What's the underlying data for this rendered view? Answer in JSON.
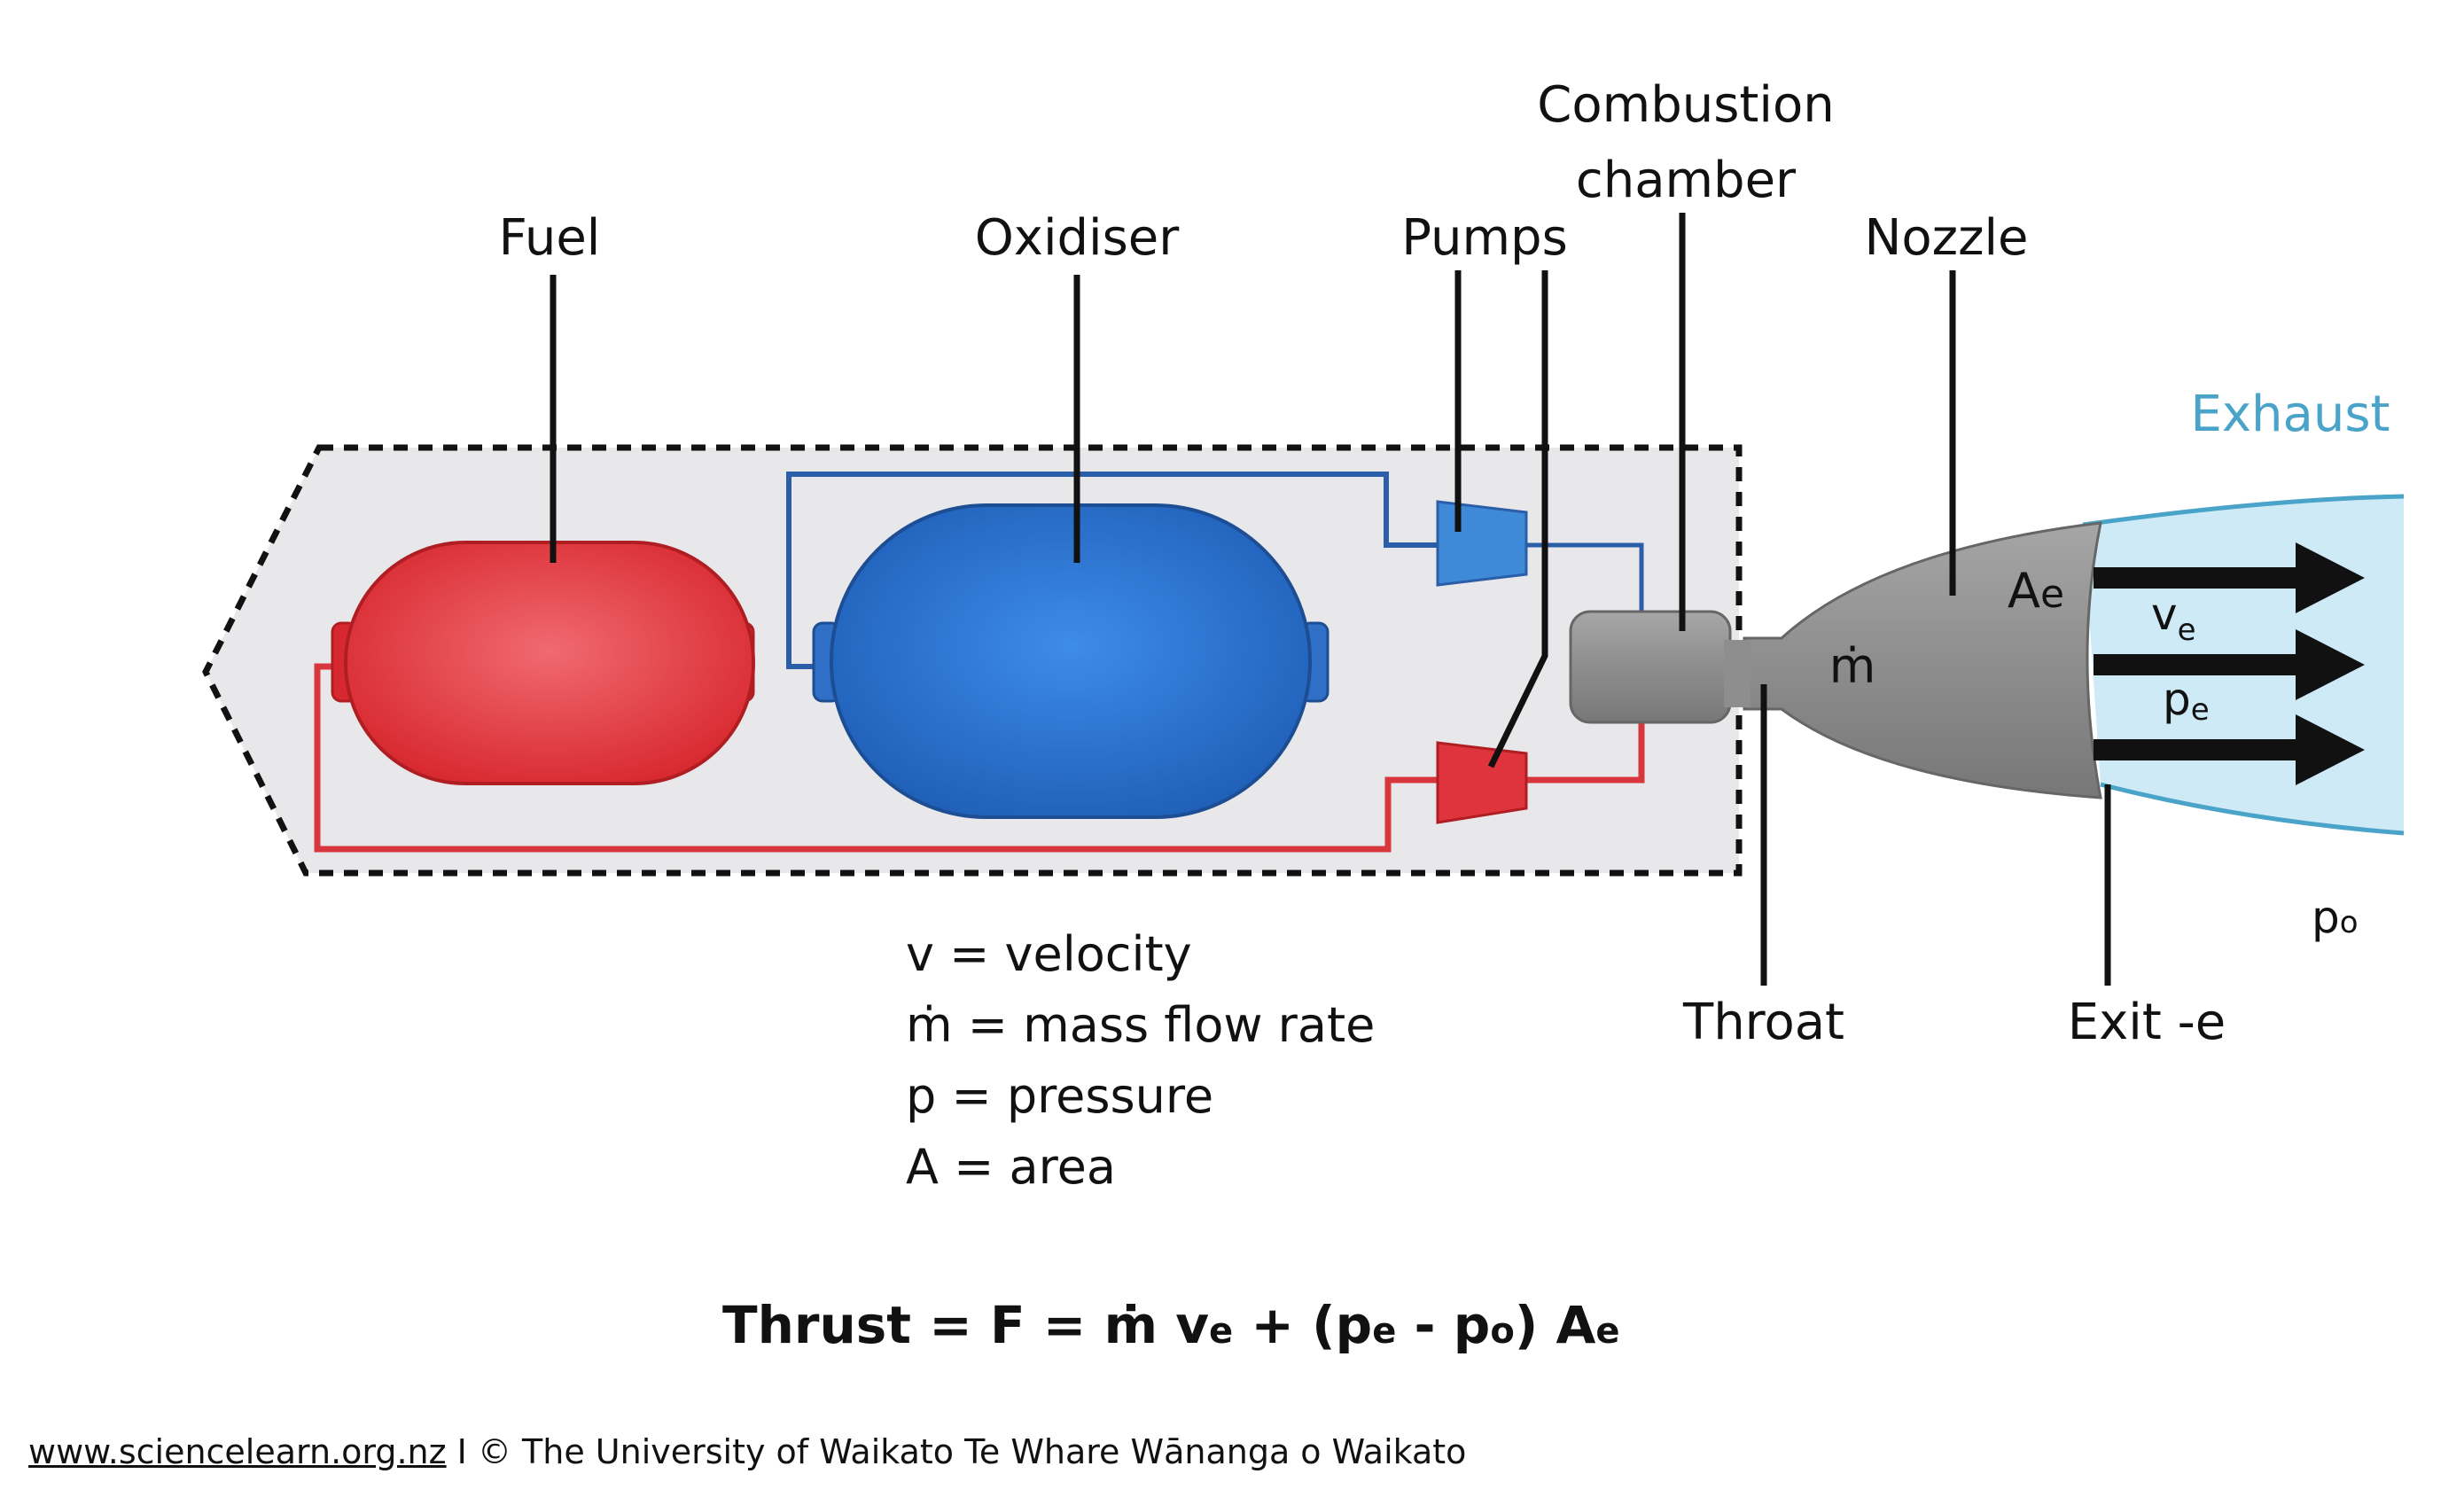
{
  "labels": {
    "fuel": "Fuel",
    "oxidiser": "Oxidiser",
    "pumps": "Pumps",
    "combustion_line1": "Combustion",
    "combustion_line2": "chamber",
    "nozzle": "Nozzle",
    "exhaust": "Exhaust",
    "throat": "Throat",
    "exit": "Exit -e",
    "mdot": "ṁ",
    "ae_base": "A",
    "ae_sub": "e",
    "ve_base": "v",
    "ve_sub": "e",
    "pe_base": "p",
    "pe_sub": "e",
    "po_base": "p",
    "po_sub": "o"
  },
  "legend": [
    "v = velocity",
    "ṁ = mass flow rate",
    "p = pressure",
    "A = area"
  ],
  "equation": {
    "lhs": "Thrust = F = ṁ v",
    "sub1": "e",
    "mid": " + (p",
    "sub2": "e",
    "minus": " - p",
    "sub3": "o",
    "close": ")  A",
    "sub4": "e"
  },
  "footer": {
    "link": "www.sciencelearn.org.nz",
    "credit": " I © The University of Waikato Te Whare Wānanga o Waikato"
  },
  "colors": {
    "fuel": "#e0343c",
    "oxidiser": "#2f6fc6",
    "engine": "#8c8c8c",
    "exhaust_text": "#4aa3c8",
    "exhaust_plume": "#cdeaf6",
    "body_fill": "#e8e8ea"
  }
}
